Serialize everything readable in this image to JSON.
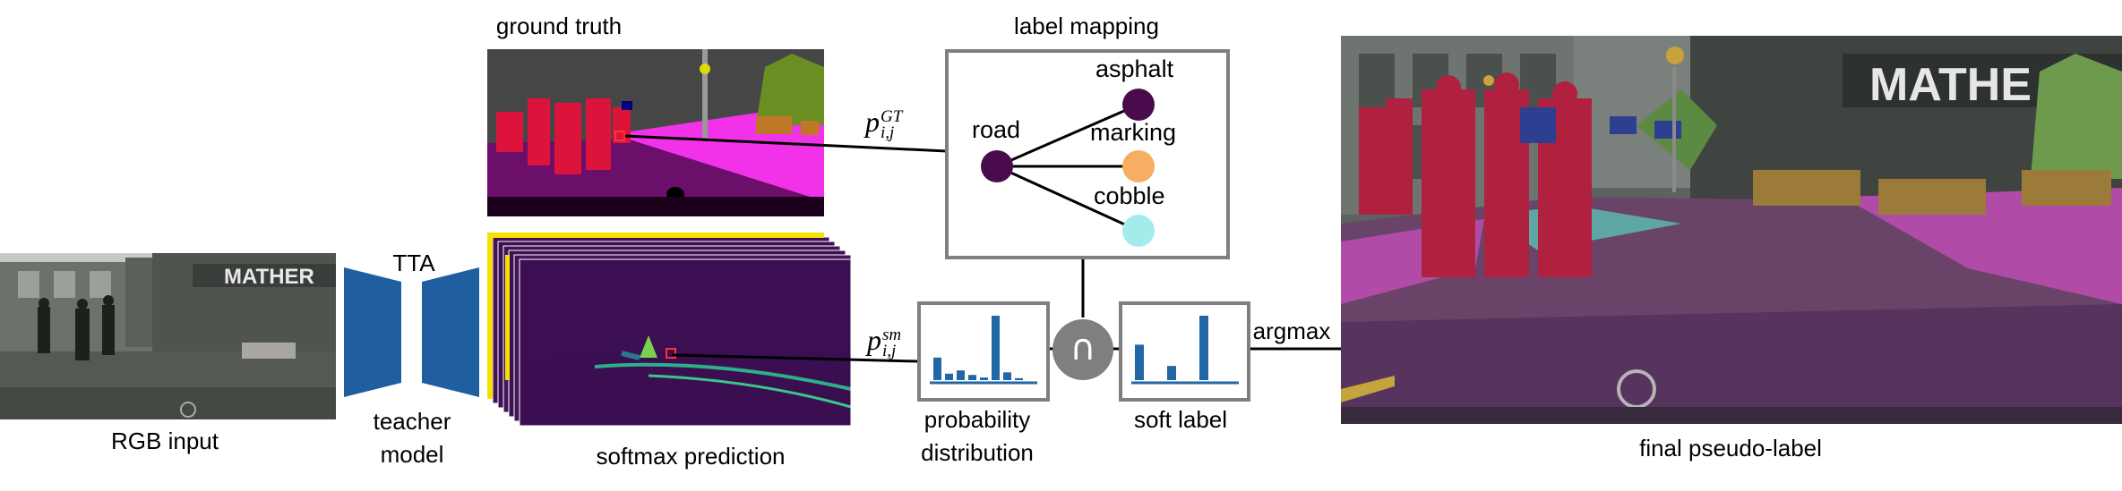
{
  "labels": {
    "ground_truth": "ground truth",
    "label_mapping": "label mapping",
    "tta": "TTA",
    "teacher_model_line1": "teacher",
    "teacher_model_line2": "model",
    "rgb_input": "RGB input",
    "softmax_prediction": "softmax prediction",
    "probability_distribution_line1": "probability",
    "probability_distribution_line2": "distribution",
    "soft_label": "soft label",
    "argmax": "argmax",
    "final_pseudo_label": "final pseudo-label",
    "intersection_symbol": "∩"
  },
  "math": {
    "gt_p": "p",
    "gt_sup": "GT",
    "gt_sub": "i,j",
    "sm_p": "p",
    "sm_sup": "sm",
    "sm_sub": "i,j"
  },
  "rgb_input_image": {
    "sign_text": "MATHER"
  },
  "final_label_image": {
    "sign_text": "MATHE"
  },
  "label_mapping": {
    "root": "road",
    "children": [
      {
        "name": "asphalt",
        "color": "#4a0b4d"
      },
      {
        "name": "marking",
        "color": "#f6ae62"
      },
      {
        "name": "cobble",
        "color": "#a2ecec"
      }
    ],
    "root_color": "#4a0b4d"
  },
  "probability_distribution": {
    "bars": [
      0.35,
      0.1,
      0.15,
      0.08,
      0.04,
      1.0,
      0.12,
      0.03
    ],
    "bar_color": "#2166a6"
  },
  "soft_label": {
    "bars": [
      0.55,
      0.22,
      1.0
    ],
    "bar_color": "#2166a6"
  },
  "colors": {
    "teacher_model": "#1f5fa0",
    "box_border": "#7f7f7f",
    "intersection_circle": "#7f7f7f",
    "gt_sky_building": "#464646",
    "gt_road": "#6b0f6b",
    "gt_sidewalk": "#f232e8",
    "gt_person": "#dc143c",
    "softmax_bg": "#46145a",
    "softmax_highlight": "#f5e000"
  }
}
